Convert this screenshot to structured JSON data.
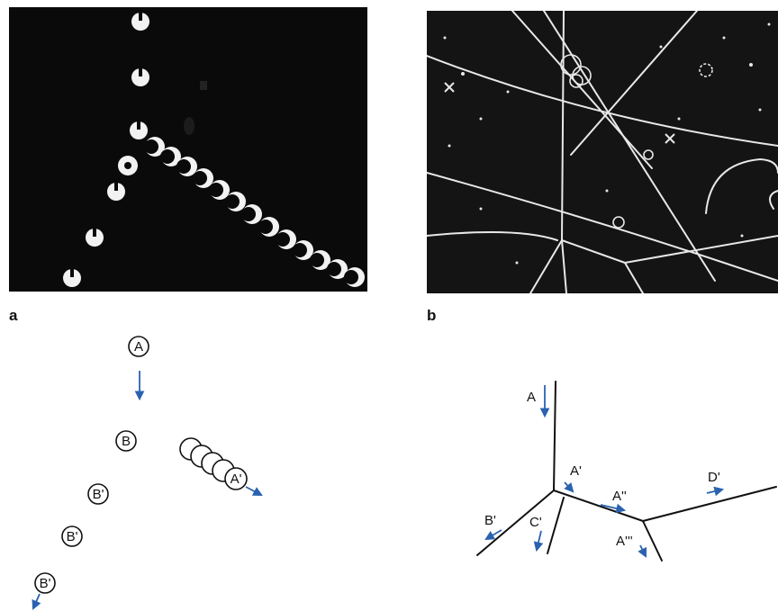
{
  "panels": {
    "a": {
      "label": "a"
    },
    "b": {
      "label": "b"
    }
  },
  "sketch_a": {
    "ball_labels": [
      "A",
      "B",
      "B'",
      "B'",
      "B'",
      "A'"
    ]
  },
  "sketch_b": {
    "track_labels": [
      "A",
      "A'",
      "A''",
      "D'",
      "B'",
      "C'",
      "A'''"
    ]
  },
  "colors": {
    "arrow": "#2a62b0",
    "ink": "#111111",
    "photo_bg": "#0a0a0a"
  }
}
